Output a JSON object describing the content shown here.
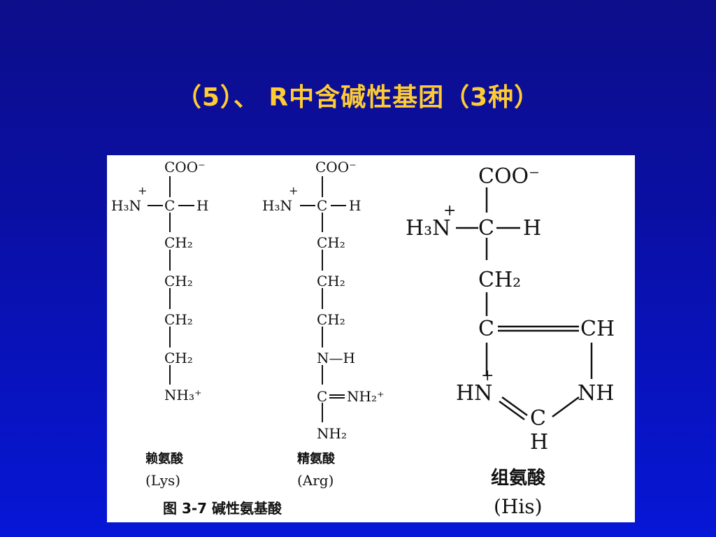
{
  "slide": {
    "title": "（5）、 R中含碱性基团（3种）"
  },
  "structures": {
    "lys": {
      "coo": "COO⁻",
      "h3n": "H₃N",
      "plus": "+",
      "c": "C",
      "h": "H",
      "ch2_1": "CH₂",
      "ch2_2": "CH₂",
      "ch2_3": "CH₂",
      "ch2_4": "CH₂",
      "nh3": "NH₃⁺",
      "name": "赖氨酸",
      "abbr": "(Lys)"
    },
    "arg": {
      "coo": "COO⁻",
      "h3n": "H₃N",
      "plus": "+",
      "c": "C",
      "h": "H",
      "ch2_1": "CH₂",
      "ch2_2": "CH₂",
      "ch2_3": "CH₂",
      "nh": "N—H",
      "c2": "C",
      "nh2plus": "NH₂⁺",
      "nh2": "NH₂",
      "name": "精氨酸",
      "abbr": "(Arg)"
    },
    "his": {
      "coo": "COO⁻",
      "h3n": "H₃N",
      "plus": "+",
      "plus_ring": "+",
      "c": "C",
      "h": "H",
      "ch2": "CH₂",
      "c_ring": "C",
      "ch": "CH",
      "hn": "HN",
      "nh": "NH",
      "c_bottom": "C",
      "h_bottom": "H",
      "name": "组氨酸",
      "abbr": "(His)"
    },
    "figure_caption": "图 3-7   碱性氨基酸"
  }
}
